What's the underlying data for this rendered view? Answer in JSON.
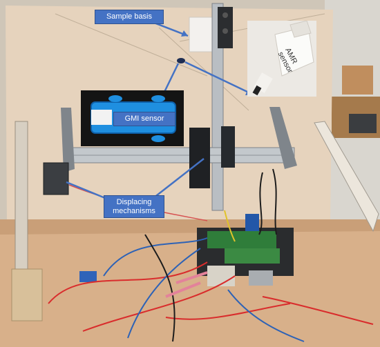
{
  "callouts": {
    "sample_basis": "Sample basis",
    "gmi_sensor": "GMI sensor",
    "displacing_mechanisms": "Displacing mechanisms"
  },
  "inset_amr": {
    "line1": "AMR",
    "line2": "sensor"
  },
  "colors": {
    "callout_fill": "#4472c4",
    "callout_arrow": "#4472c4",
    "board": "#e6d3bd",
    "table": "#d8b08a",
    "aluminium": "#b9bec3",
    "wire_red": "#d92c2c",
    "wire_blue": "#2d62b6"
  }
}
